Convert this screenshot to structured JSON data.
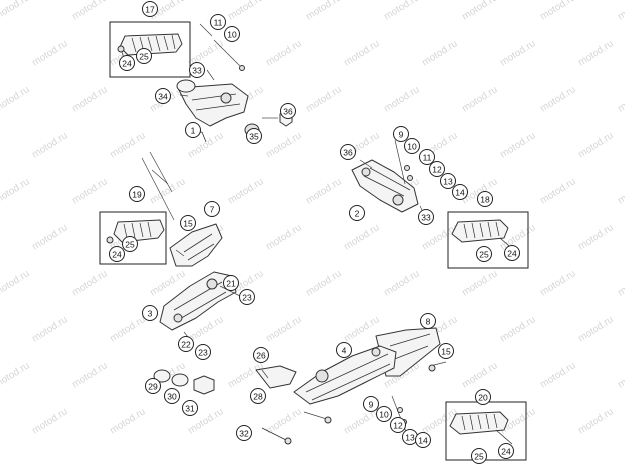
{
  "diagram": {
    "watermark": "motod.ru",
    "callouts": [
      "17",
      "11",
      "10",
      "25",
      "24",
      "33",
      "34",
      "36",
      "1",
      "35",
      "9",
      "10",
      "11",
      "12",
      "13",
      "14",
      "36",
      "2",
      "33",
      "19",
      "7",
      "15",
      "25",
      "24",
      "18",
      "25",
      "24",
      "21",
      "23",
      "3",
      "22",
      "23",
      "8",
      "26",
      "4",
      "15",
      "28",
      "29",
      "30",
      "31",
      "9",
      "10",
      "12",
      "13",
      "14",
      "20",
      "25",
      "24",
      "32"
    ]
  }
}
